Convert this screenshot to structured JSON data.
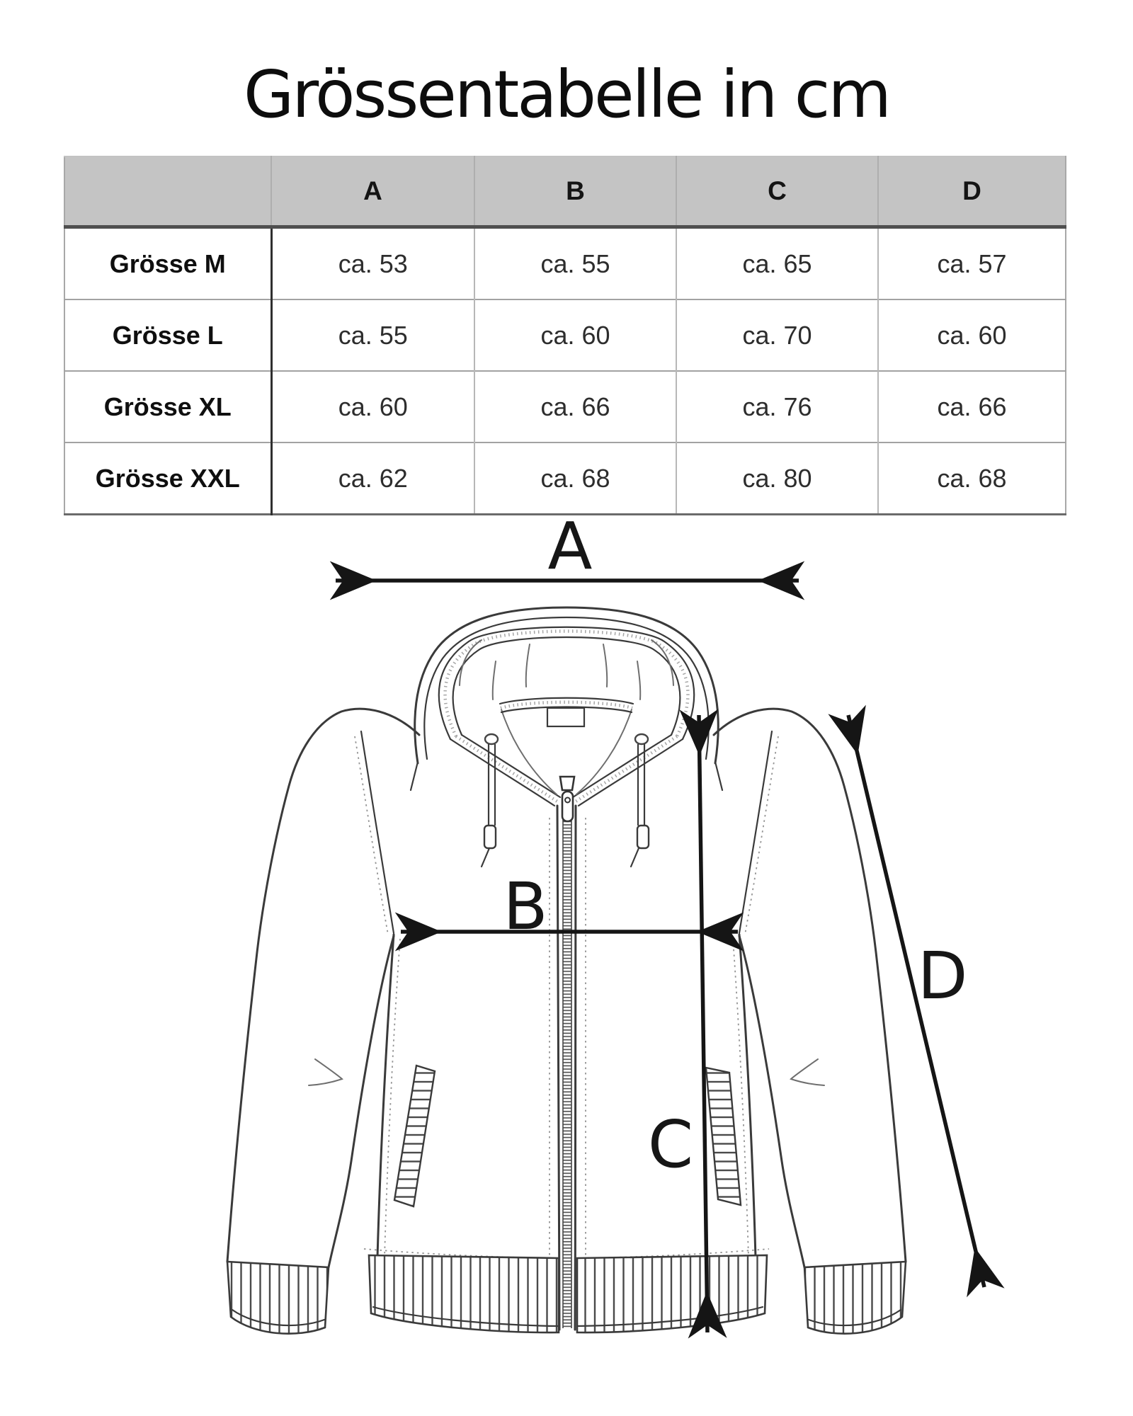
{
  "title": "Grössentabelle in cm",
  "table": {
    "columns": [
      "",
      "A",
      "B",
      "C",
      "D"
    ],
    "rows": [
      {
        "label": "Grösse M",
        "values": [
          "ca. 53",
          "ca. 55",
          "ca. 65",
          "ca. 57"
        ]
      },
      {
        "label": "Grösse L",
        "values": [
          "ca. 55",
          "ca. 60",
          "ca. 70",
          "ca. 60"
        ]
      },
      {
        "label": "Grösse XL",
        "values": [
          "ca. 60",
          "ca. 66",
          "ca. 76",
          "ca. 66"
        ]
      },
      {
        "label": "Grösse XXL",
        "values": [
          "ca. 62",
          "ca. 68",
          "ca. 80",
          "ca. 68"
        ]
      }
    ]
  },
  "diagram": {
    "labels": {
      "a": "A",
      "b": "B",
      "c": "C",
      "d": "D"
    },
    "subject": "hooded zip jacket technical sketch"
  },
  "colors": {
    "header_bg": "#c4c4c4",
    "line": "#3a3a3a",
    "arrow": "#151515",
    "background": "#ffffff"
  }
}
